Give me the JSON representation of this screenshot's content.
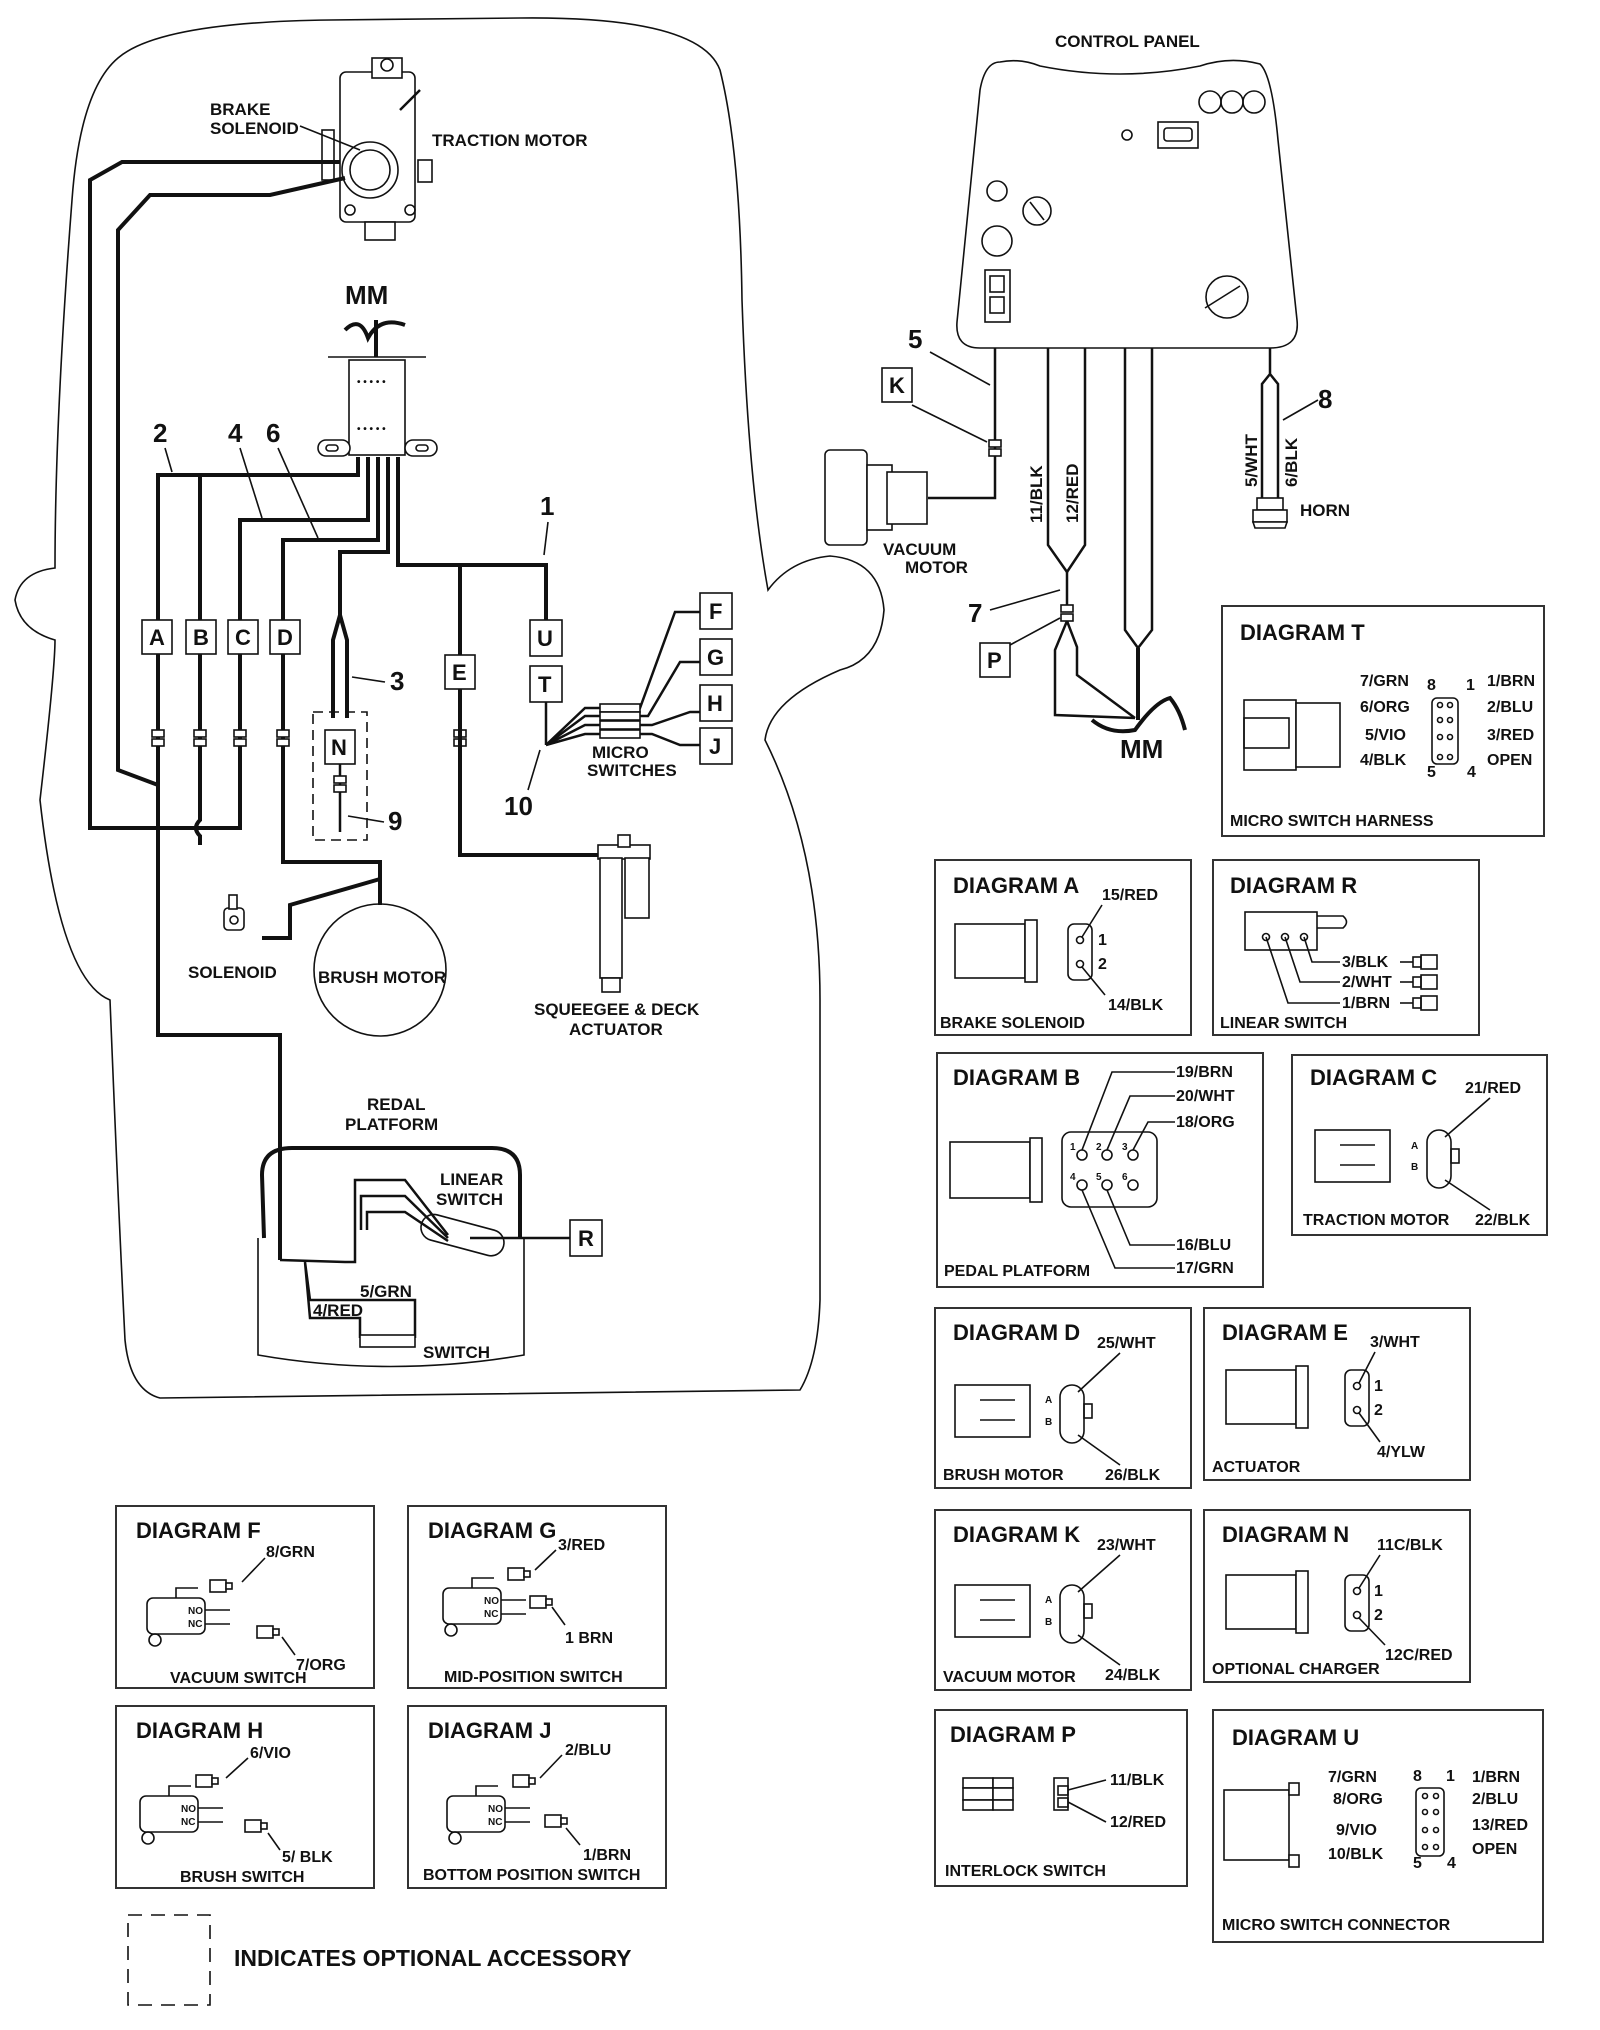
{
  "title": "Wiring Diagram",
  "main": {
    "control_panel": "CONTROL PANEL",
    "brake_solenoid": [
      "BRAKE",
      "SOLENOID"
    ],
    "traction_motor": "TRACTION MOTOR",
    "mm_top": "MM",
    "mm_right": "MM",
    "vacuum_motor": [
      "VACUUM",
      "MOTOR"
    ],
    "horn": "HORN",
    "solenoid": "SOLENOID",
    "brush_motor": "BRUSH MOTOR",
    "actuator": [
      "SQUEEGEE & DECK",
      "ACTUATOR"
    ],
    "micro_switches": [
      "MICRO",
      "SWITCHES"
    ],
    "pedal_platform": [
      "REDAL",
      "PLATFORM"
    ],
    "linear_switch": [
      "LINEAR",
      "SWITCH"
    ],
    "switch": "SWITCH",
    "wire_5grn": "5/GRN",
    "wire_4red": "4/RED",
    "wire_11blk": "11/BLK",
    "wire_12red": "12/RED",
    "wire_5wht": "5/WHT",
    "wire_6blk": "6/BLK",
    "callouts": {
      "c1": "1",
      "c2": "2",
      "c3": "3",
      "c4": "4",
      "c5": "5",
      "c6": "6",
      "c7": "7",
      "c8": "8",
      "c9": "9",
      "c10": "10"
    },
    "connector_boxes": {
      "A": "A",
      "B": "B",
      "C": "C",
      "D": "D",
      "E": "E",
      "F": "F",
      "G": "G",
      "H": "H",
      "J": "J",
      "K": "K",
      "N": "N",
      "P": "P",
      "R": "R",
      "T": "T",
      "U": "U"
    }
  },
  "diagrams": {
    "T": {
      "title": "DIAGRAM T",
      "caption": "MICRO SWITCH HARNESS",
      "pins_top": [
        "8",
        "1"
      ],
      "pins_bottom": [
        "5",
        "4"
      ],
      "left": [
        "7/GRN",
        "6/ORG",
        "5/VIO",
        "4/BLK"
      ],
      "right": [
        "1/BRN",
        "2/BLU",
        "3/RED",
        "OPEN"
      ]
    },
    "A": {
      "title": "DIAGRAM A",
      "caption": "BRAKE SOLENOID",
      "pins": [
        "1",
        "2"
      ],
      "wires": [
        "15/RED",
        "14/BLK"
      ]
    },
    "R": {
      "title": "DIAGRAM R",
      "caption": "LINEAR SWITCH",
      "wires": [
        "3/BLK",
        "2/WHT",
        "1/BRN"
      ]
    },
    "B": {
      "title": "DIAGRAM B",
      "caption": "PEDAL PLATFORM",
      "pins": [
        "1",
        "2",
        "3",
        "4",
        "5",
        "6"
      ],
      "wires": [
        "19/BRN",
        "20/WHT",
        "18/ORG",
        "16/BLU",
        "17/GRN"
      ]
    },
    "C": {
      "title": "DIAGRAM C",
      "caption": "TRACTION MOTOR",
      "pins": [
        "A",
        "B"
      ],
      "wires": [
        "21/RED",
        "22/BLK"
      ]
    },
    "D": {
      "title": "DIAGRAM D",
      "caption": "BRUSH MOTOR",
      "pins": [
        "A",
        "B"
      ],
      "wires": [
        "25/WHT",
        "26/BLK"
      ]
    },
    "E": {
      "title": "DIAGRAM E",
      "caption": "ACTUATOR",
      "pins": [
        "1",
        "2"
      ],
      "wires": [
        "3/WHT",
        "4/YLW"
      ]
    },
    "K": {
      "title": "DIAGRAM K",
      "caption": "VACUUM MOTOR",
      "pins": [
        "A",
        "B"
      ],
      "wires": [
        "23/WHT",
        "24/BLK"
      ]
    },
    "N": {
      "title": "DIAGRAM N",
      "caption": "OPTIONAL CHARGER",
      "pins": [
        "1",
        "2"
      ],
      "wires": [
        "11C/BLK",
        "12C/RED"
      ]
    },
    "P": {
      "title": "DIAGRAM P",
      "caption": "INTERLOCK SWITCH",
      "wires": [
        "11/BLK",
        "12/RED"
      ]
    },
    "U": {
      "title": "DIAGRAM U",
      "caption": "MICRO SWITCH CONNECTOR",
      "pins_top": [
        "8",
        "1"
      ],
      "pins_bottom": [
        "5",
        "4"
      ],
      "left": [
        "7/GRN",
        "8/ORG",
        "9/VIO",
        "10/BLK"
      ],
      "right": [
        "1/BRN",
        "2/BLU",
        "13/RED",
        "OPEN"
      ]
    },
    "F": {
      "title": "DIAGRAM F",
      "caption": "VACUUM SWITCH",
      "no": "NO",
      "nc": "NC",
      "wires": [
        "8/GRN",
        "7/ORG"
      ]
    },
    "G": {
      "title": "DIAGRAM G",
      "caption": "MID-POSITION SWITCH",
      "no": "NO",
      "nc": "NC",
      "wires": [
        "3/RED",
        "1 BRN"
      ]
    },
    "H": {
      "title": "DIAGRAM H",
      "caption": "BRUSH SWITCH",
      "no": "NO",
      "nc": "NC",
      "wires": [
        "6/VIO",
        "5/ BLK"
      ]
    },
    "J": {
      "title": "DIAGRAM J",
      "caption": "BOTTOM POSITION SWITCH",
      "no": "NO",
      "nc": "NC",
      "wires": [
        "2/BLU",
        "1/BRN"
      ]
    }
  },
  "legend": {
    "text": "INDICATES OPTIONAL ACCESSORY"
  }
}
